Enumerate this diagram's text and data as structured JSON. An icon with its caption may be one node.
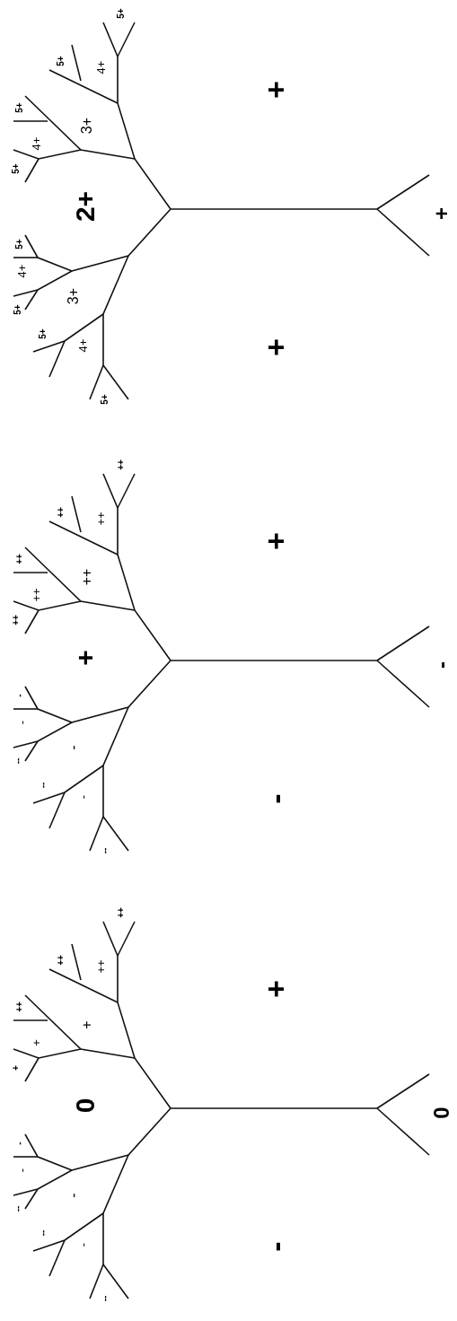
{
  "diagram": {
    "labels": [
      "5+",
      "4+",
      "5+",
      "3+",
      "5+",
      "4+",
      "5+",
      "2+",
      "5+",
      "4+",
      "5+",
      "3+",
      "5+",
      "4+",
      "5+",
      "+",
      "+",
      "+",
      "++",
      "++",
      "++",
      "++",
      "++",
      "++",
      "++",
      "+",
      "-",
      "-",
      "--",
      "-",
      "--",
      "-",
      "--",
      "+",
      "-",
      "-",
      "++",
      "++",
      "++",
      "+",
      "++",
      "+",
      "+",
      "0",
      "-",
      "-",
      "--",
      "-",
      "--",
      "-",
      "--",
      "+",
      "0",
      "-"
    ]
  }
}
